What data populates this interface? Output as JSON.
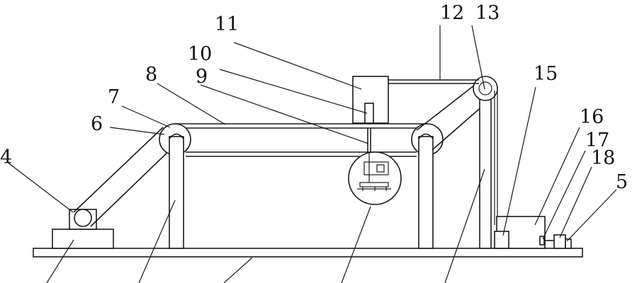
{
  "figure": {
    "labels": [
      "4",
      "5",
      "6",
      "7",
      "8",
      "9",
      "10",
      "11",
      "12",
      "13",
      "15",
      "16",
      "17",
      "18"
    ]
  }
}
